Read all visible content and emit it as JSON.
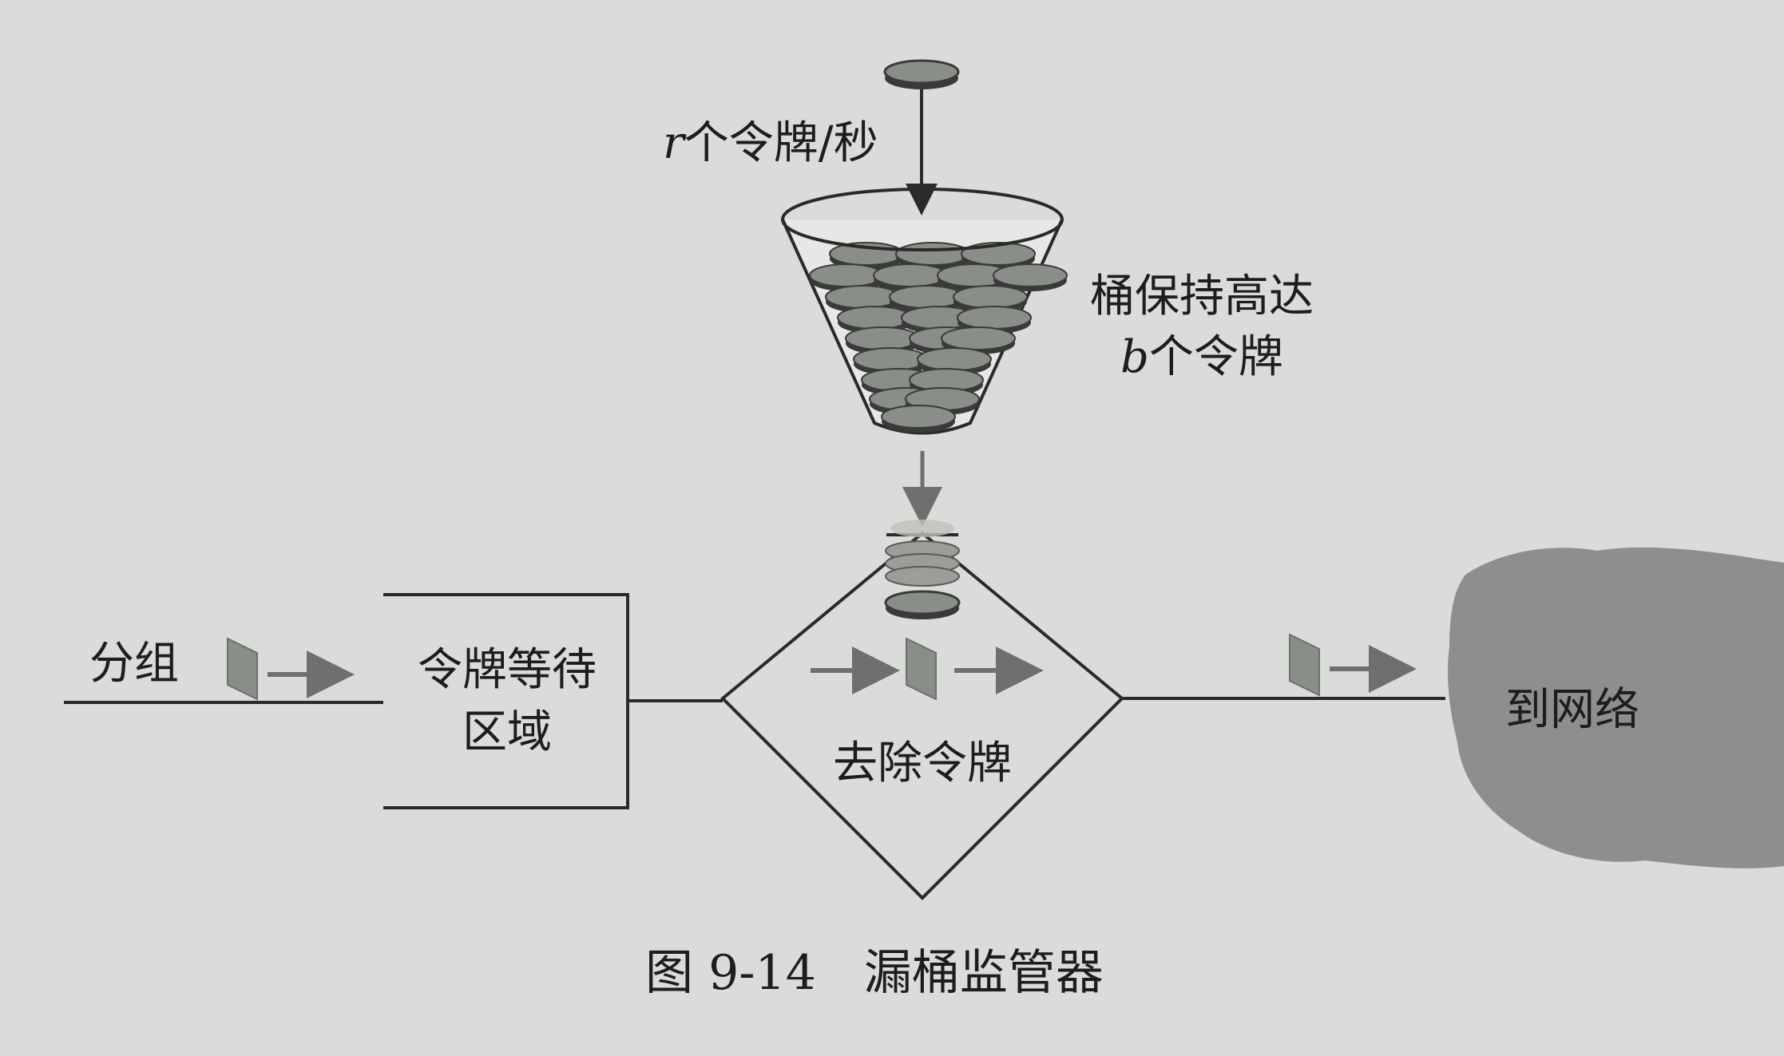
{
  "colors": {
    "background": "#d9dcd9",
    "line": "#2a2a2a",
    "token_fill": "#8a8e88",
    "token_edge": "#3a3a3a",
    "network_cloud": "#8c8f8c",
    "packet": "#8a8e88"
  },
  "labels": {
    "rate_var": "r",
    "rate_text": "个令牌/秒",
    "bucket_line1": "桶保持高达",
    "bucket_var": "b",
    "bucket_line2": "个令牌",
    "packets": "分组",
    "wait_line1": "令牌等待",
    "wait_line2": "区域",
    "remove_tokens": "去除令牌",
    "network": "到网络",
    "caption_num": "图 9-14",
    "caption_title": "漏桶监管器"
  },
  "icons": [
    "token-icon",
    "packet-icon",
    "arrow-right-icon",
    "arrow-down-icon",
    "bucket-icon",
    "network-cloud-icon"
  ]
}
